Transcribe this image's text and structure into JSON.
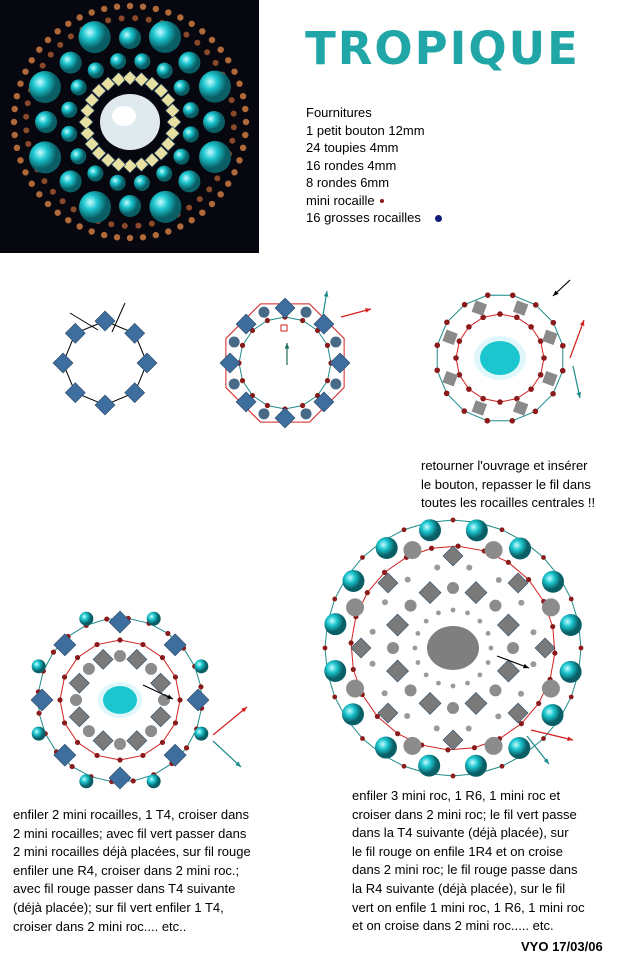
{
  "title": "TROPIQUE",
  "supplies": {
    "heading": "Fournitures",
    "items": [
      "1 petit bouton 12mm",
      "24 toupies 4mm",
      "16 rondes 4mm",
      "8 rondes 6mm",
      "mini rocaille",
      "16 grosses rocailles"
    ]
  },
  "instructions": {
    "step_flip": [
      "retourner l'ouvrage et insérer",
      "le bouton, repasser le fil dans",
      "toutes les rocailles centrales !!"
    ],
    "step_left": [
      "enfiler 2 mini rocailles, 1 T4, croiser dans",
      "2 mini rocailles; avec fil vert passer dans",
      "2 mini rocailles déjà placées, sur fil rouge",
      "enfiler une R4, croiser dans 2 mini roc.;",
      "avec fil rouge passer dans T4 suivante",
      "(déjà placée); sur fil vert enfiler 1 T4,",
      "croiser dans 2 mini roc.... etc.."
    ],
    "step_right": [
      "enfiler 3 mini roc, 1 R6, 1 mini roc et",
      "croiser dans 2 mini roc; le fil vert passe",
      "dans la T4 suivante (déjà placée), sur",
      "le fil rouge on enfile 1R4 et on croise",
      "dans 2 mini roc; le fil rouge passe dans",
      "la R4 suivante (déjà placée), sur le fil",
      "vert on enfile 1 mini roc, 1 R6, 1 mini roc",
      "et on croise dans 2 mini roc..... etc."
    ]
  },
  "signature": "VYO  17/03/06",
  "colors": {
    "title": "#21a6a7",
    "toupie": "#3d6e9e",
    "red_thread": "#d42020",
    "green_thread": "#1f8a8a",
    "bead_red": "#8b1a1a",
    "turquoise": "#1cc6cf",
    "grey": "#7a7a7a",
    "big_rocaille": "#0d1b7a"
  }
}
